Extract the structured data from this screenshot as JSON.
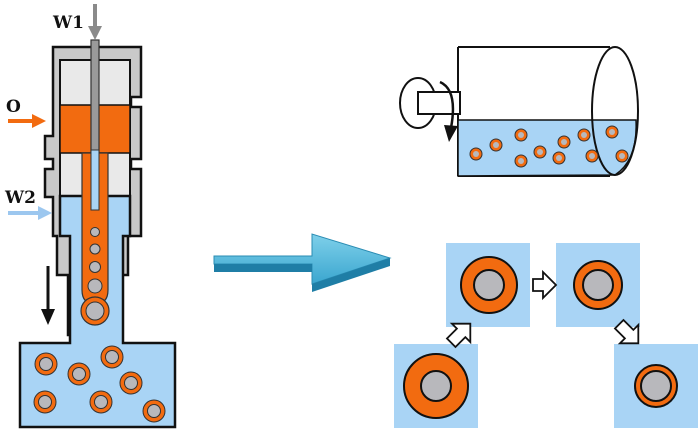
{
  "labels": {
    "w1": "W1",
    "o": "O",
    "w2": "W2"
  },
  "colors": {
    "water": "#a9d4f5",
    "oil": "#f26b10",
    "core": "#b8b8bc",
    "frame": "#111111",
    "block_arrow": "#2e9fc9",
    "inlet_w1": "#8a8a8a",
    "inlet_w2": "#9cc7ef"
  },
  "icons": {
    "flow_direction": "down-arrow-icon",
    "process_step": "hollow-right-arrow-icon",
    "rotation": "rotation-arrow-icon"
  }
}
